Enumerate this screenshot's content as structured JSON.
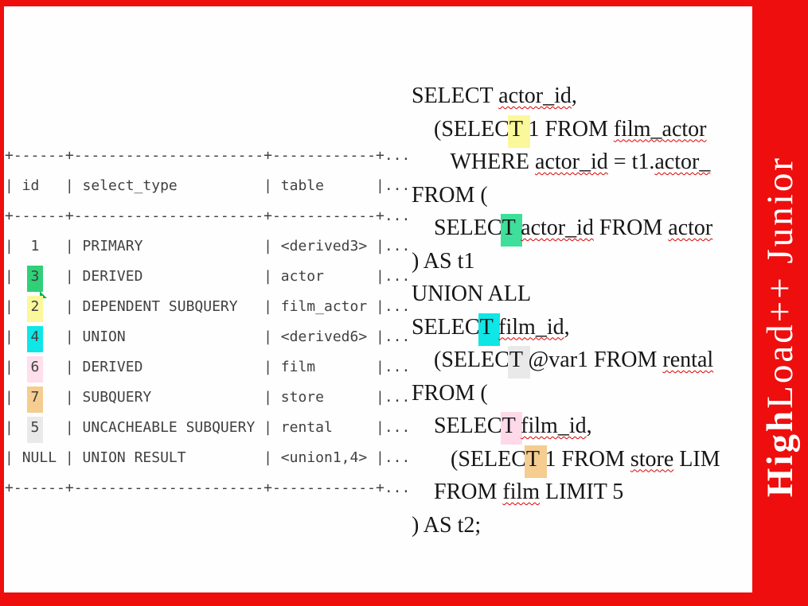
{
  "slide": {
    "accent_red": "#ee0e0e",
    "background": "#ffffff"
  },
  "sidebar": {
    "brand_bold": "High",
    "brand_rest": "Load++ Junior"
  },
  "explain_table": {
    "border_line": "+------+----------------------+------------+...",
    "content_trail": "|...",
    "headers": {
      "id": "id",
      "select_type": "select_type",
      "table": "table"
    },
    "highlight_colors": {
      "green": "#2fd077",
      "yellow": "#fbf89b",
      "cyan": "#0fe6e6",
      "pink": "#ffdfec",
      "orange": "#f5cd90",
      "gray": "#e9e9e9"
    },
    "rows": [
      {
        "id_pre": "  ",
        "id": "1",
        "id_post": "   ",
        "hl": "",
        "select_type": "PRIMARY",
        "table": "<derived3>"
      },
      {
        "id_pre": "  ",
        "id": "3",
        "id_post": "   ",
        "hl": "#2fd077",
        "fold": true,
        "select_type": "DERIVED",
        "table": "actor"
      },
      {
        "id_pre": "  ",
        "id": "2",
        "id_post": "   ",
        "hl": "#fbf89b",
        "select_type": "DEPENDENT SUBQUERY",
        "table": "film_actor"
      },
      {
        "id_pre": "  ",
        "id": "4",
        "id_post": "   ",
        "hl": "#0fe6e6",
        "select_type": "UNION",
        "table": "<derived6>"
      },
      {
        "id_pre": "  ",
        "id": "6",
        "id_post": "   ",
        "hl": "#ffdfec",
        "select_type": "DERIVED",
        "table": "film"
      },
      {
        "id_pre": "  ",
        "id": "7",
        "id_post": "   ",
        "hl": "#f5cd90",
        "select_type": "SUBQUERY",
        "table": "store"
      },
      {
        "id_pre": "  ",
        "id": "5",
        "id_post": "   ",
        "hl": "#e9e9e9",
        "select_type": "UNCACHEABLE SUBQUERY",
        "table": "rental"
      },
      {
        "id_pre": " ",
        "id": "NULL",
        "id_post": " ",
        "hl": "",
        "select_type": "UNION RESULT",
        "table": "<union1,4>"
      }
    ]
  },
  "sql": {
    "squiggle_color": "#dd0000",
    "lines": [
      {
        "segs": [
          {
            "t": "SELECT "
          },
          {
            "t": "actor_id",
            "sq": true
          },
          {
            "t": ","
          }
        ]
      },
      {
        "segs": [
          {
            "t": "    (SELEC"
          },
          {
            "t": "T ",
            "hl": "#fbf89b"
          },
          {
            "t": "1 FROM "
          },
          {
            "t": "film_actor",
            "sq": true
          }
        ]
      },
      {
        "segs": [
          {
            "t": "       WHERE "
          },
          {
            "t": "actor_id",
            "sq": true
          },
          {
            "t": " = t1."
          },
          {
            "t": "actor_",
            "sq": true
          }
        ]
      },
      {
        "segs": [
          {
            "t": "FROM ("
          }
        ]
      },
      {
        "segs": [
          {
            "t": "    SELEC"
          },
          {
            "t": "T ",
            "hl": "#3ddf9a"
          },
          {
            "t": "actor_id",
            "sq": true
          },
          {
            "t": " FROM "
          },
          {
            "t": "actor",
            "sq": true
          }
        ]
      },
      {
        "segs": [
          {
            "t": ") AS t1"
          }
        ]
      },
      {
        "segs": [
          {
            "t": "UNION ALL"
          }
        ]
      },
      {
        "segs": [
          {
            "t": "SELEC"
          },
          {
            "t": "T ",
            "hl": "#0fe6e6"
          },
          {
            "t": "film_id",
            "sq": true
          },
          {
            "t": ","
          }
        ]
      },
      {
        "segs": [
          {
            "t": "    (SELEC"
          },
          {
            "t": "T ",
            "hl": "#e9e9e9"
          },
          {
            "t": "@var1 FROM "
          },
          {
            "t": "rental",
            "sq": true
          }
        ]
      },
      {
        "segs": [
          {
            "t": "FROM ("
          }
        ]
      },
      {
        "segs": [
          {
            "t": "    SELEC"
          },
          {
            "t": "T ",
            "hl": "#ffd9e8"
          },
          {
            "t": "film_id",
            "sq": true
          },
          {
            "t": ","
          }
        ]
      },
      {
        "segs": [
          {
            "t": "       (SELEC"
          },
          {
            "t": "T ",
            "hl": "#f5cd90"
          },
          {
            "t": "1 FROM "
          },
          {
            "t": "store",
            "sq": true
          },
          {
            "t": " LIM"
          }
        ]
      },
      {
        "segs": [
          {
            "t": "    FROM "
          },
          {
            "t": "film",
            "sq": true
          },
          {
            "t": " LIMIT 5"
          }
        ]
      },
      {
        "segs": [
          {
            "t": ") AS t2;"
          }
        ]
      }
    ]
  }
}
